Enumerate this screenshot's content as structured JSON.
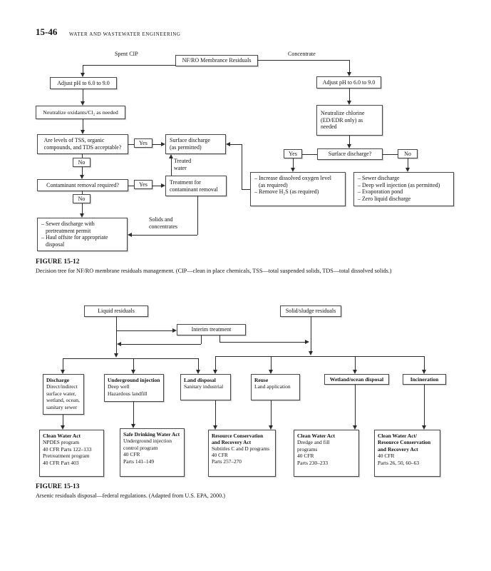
{
  "page": {
    "number": "15-46",
    "running_head": "WATER AND WASTEWATER ENGINEERING"
  },
  "figure12": {
    "title": "FIGURE 15-12",
    "caption": "Decision tree for NF/RO membrane residuals management. (CIP—clean in place chemicals, TSS—total suspended solids, TDS—total dissolved solids.)",
    "nodes": {
      "root": "NF/RO Membrance Residuals",
      "spent_cip": "Spent CIP",
      "concentrate": "Concentrate",
      "adjust_ph_left": "Adjust pH to 6.0 to 9.0",
      "neutralize_left": "Neutralize oxidants/Cl₂ as needed",
      "tss_question": "Are levels of TSS, organic\ncompounds, and TDS acceptable?",
      "yes1": "Yes",
      "no1": "No",
      "surface_discharge": "Surface discharge\n(as permitted)",
      "treated_water": "Treated\nwater",
      "contaminant_question": "Contaminant removal required?",
      "yes2": "Yes",
      "no2": "No",
      "treatment": "Treatment for\ncontaminant removal",
      "sewer_left": "– Sewer discharge with\n   pretreatment permit\n– Haul offsite for appropriate\n   disposal",
      "solids_label": "Solids and\nconcentrates",
      "adjust_ph_right": "Adjust pH to 6.0 to 9.0",
      "neutralize_right": "Neutralize chlorine\n(ED/EDR only) as\nneeded",
      "surface_question": "Surface discharge?",
      "yes3": "Yes",
      "no3": "No",
      "increase_oxygen": "– Increase dissolved oxygen level\n   (as required)\n– Remove H₂S (as required)",
      "no_surface_options": "– Sewer discharge\n– Deep well injection (as permitted)\n– Evaporation pond\n– Zero liquid discharge"
    }
  },
  "figure13": {
    "title": "FIGURE 15-13",
    "caption": "Arsenic residuals disposal—federal regulations. (Adapted from U.S. EPA, 2000.)",
    "nodes": {
      "liquid": "Liquid residuals",
      "solid": "Solid/sludge residuals",
      "interim": "Interim treatment",
      "discharge_title": "Discharge",
      "discharge_body": "Direct/indirect\nsurface water,\nwetland, ocean,\nsanitary sewer",
      "underground_title": "Underground injection",
      "underground_body": "Deep well\nHazardous landfill",
      "land_title": "Land disposal",
      "land_body": "Sanitary industrial",
      "reuse_title": "Reuse",
      "reuse_body": "Land application",
      "wetland_title": "Wetland/ocean disposal",
      "incineration_title": "Incineration",
      "cwa1_title": "Clean Water Act",
      "cwa1_body": "NPDES program\n40 CFR Parts 122–133\nPretreatment program\n40 CFR Part 403",
      "sdwa_title": "Safe Drinking Water Act",
      "sdwa_body": "Underground injection\ncontrol program\n40 CFR\nParts 141–149",
      "rcra_title": "Resource Conservation\nand Recovery Act",
      "rcra_body": "Subtitles C and D programs\n40 CFR\nParts 257–270",
      "cwa2_title": "Clean Water Act",
      "cwa2_body": "Dredge and fill\nprograms\n40 CFR\nParts 230–233",
      "cwa3_title": "Clean Water Act/\nResource Conservation\nand Recovery Act",
      "cwa3_body": "40 CFR\nParts 26, 50, 60–63"
    }
  }
}
